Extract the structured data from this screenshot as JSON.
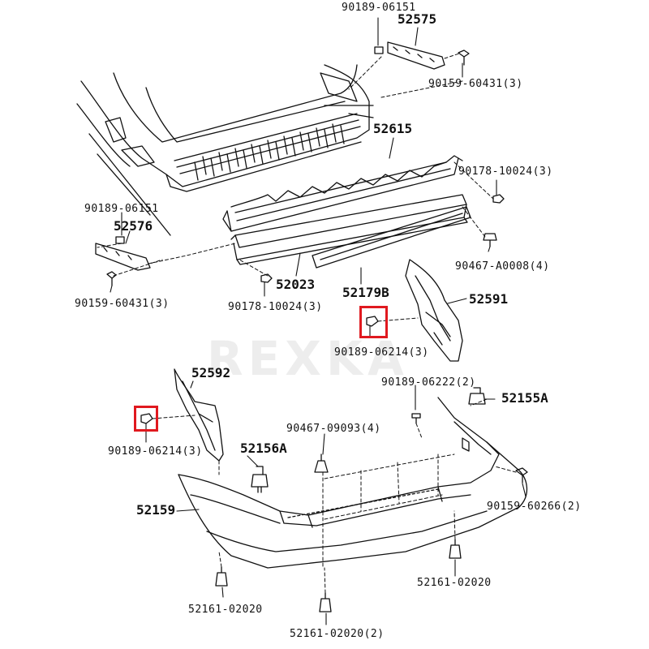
{
  "watermark": "REXKA",
  "highlight_color": "#e0191f",
  "labels": {
    "p90189_06151_top": "90189-06151",
    "p52575": "52575",
    "p90159_60431_top": "90159-60431(3)",
    "p52615": "52615",
    "p90178_10024_right": "90178-10024(3)",
    "p90189_06151_left": "90189-06151",
    "p52576": "52576",
    "p90467_A0008": "90467-A0008(4)",
    "p52023": "52023",
    "p52179B": "52179B",
    "p90159_60431_left": "90159-60431(3)",
    "p90178_10024_bottom": "90178-10024(3)",
    "p52591": "52591",
    "p90189_06214_right": "90189-06214(3)",
    "p90189_06222": "90189-06222(2)",
    "p52592": "52592",
    "p52155A": "52155A",
    "p90467_09093": "90467-09093(4)",
    "p90189_06214_left": "90189-06214(3)",
    "p52156A": "52156A",
    "p90159_60266": "90159-60266(2)",
    "p52159": "52159",
    "p52161_02020_right": "52161-02020",
    "p52161_02020_left": "52161-02020",
    "p52161_02020_bottom": "52161-02020(2)"
  }
}
